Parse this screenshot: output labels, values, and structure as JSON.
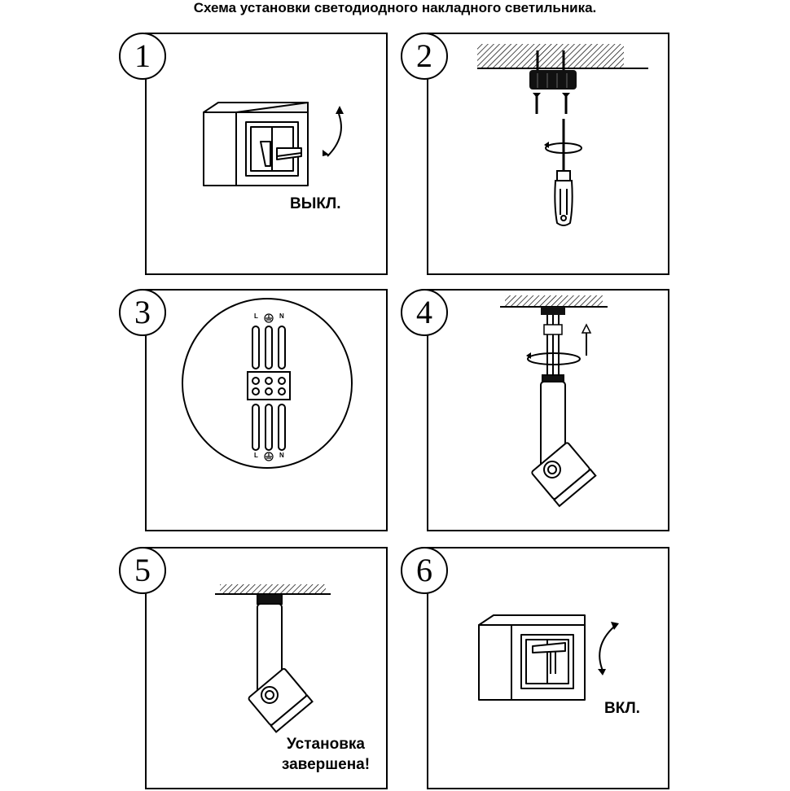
{
  "title": "Схема установки светодиодного накладного светильника.",
  "steps": [
    {
      "number": "1",
      "caption": "ВЫКЛ."
    },
    {
      "number": "2",
      "caption": ""
    },
    {
      "number": "3",
      "caption": "",
      "wire_labels_top": [
        "L",
        "N"
      ],
      "wire_labels_bottom": [
        "L",
        "N"
      ]
    },
    {
      "number": "4",
      "caption": ""
    },
    {
      "number": "5",
      "caption_line1": "Установка",
      "caption_line2": "завершена!"
    },
    {
      "number": "6",
      "caption": "ВКЛ."
    }
  ],
  "icons": [
    "light-switch-icon",
    "ceiling-mount-icon",
    "screw-icon",
    "screwdriver-icon",
    "terminal-block-icon",
    "ground-icon",
    "spotlight-icon",
    "rotate-arrow-icon",
    "up-arrow-icon"
  ]
}
